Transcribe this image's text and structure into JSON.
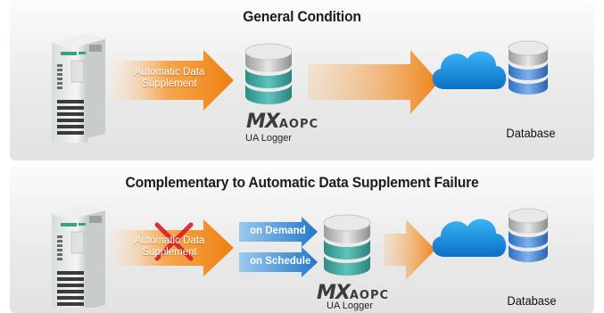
{
  "top_panel": {
    "title": "General Condition",
    "arrow_label_line1": "Automatic Data",
    "arrow_label_line2": "Supplement",
    "logo_main": "MX",
    "logo_suffix": "AOPC",
    "logger_caption": "UA Logger",
    "database_label": "Database"
  },
  "bottom_panel": {
    "title": "Complementary to Automatic Data Supplement Failure",
    "arrow_label_line1": "Automatic Data",
    "arrow_label_line2": "Supplement",
    "demand_label": "on Demand",
    "schedule_label": "on Schedule",
    "logo_main": "MX",
    "logo_suffix": "AOPC",
    "logger_caption": "UA Logger",
    "database_label": "Database"
  },
  "colors": {
    "arrow_orange": "#f08a1c",
    "pill_blue": "#2f8fd6",
    "cloud_blue": "#1a8fe0",
    "disk_teal": "#3fa6a0",
    "disk_blue": "#4f8fd8",
    "fail_cross": "#d8202a"
  },
  "icons": [
    "io-device",
    "database-cylinder",
    "cloud",
    "failure-cross"
  ]
}
